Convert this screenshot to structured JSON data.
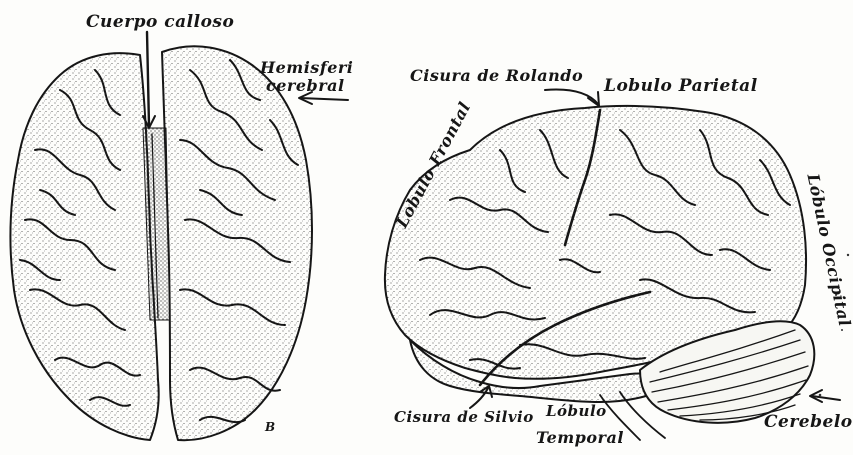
{
  "labels": {
    "cuerpo_calloso": "Cuerpo calloso",
    "hemisferio_line1": "Hemisferi",
    "hemisferio_line2": "cerebral",
    "cisura_rolando": "Cisura de Rolando",
    "lobulo_parietal": "Lobulo Parietal",
    "lobulo_frontal": "Lobulo Frontal",
    "lobulo_occipital": "Lóbulo Occipital",
    "cisura_silvio": "Cisura de Silvio",
    "lobulo_temporal_line1": "Lóbulo",
    "lobulo_temporal_line2": "Temporal",
    "cerebelo": "Cerebelo",
    "figure_letter": "B"
  },
  "colors": {
    "ink": "#161616",
    "paper": "#fdfdfb",
    "shade": "#bdbdb6"
  }
}
